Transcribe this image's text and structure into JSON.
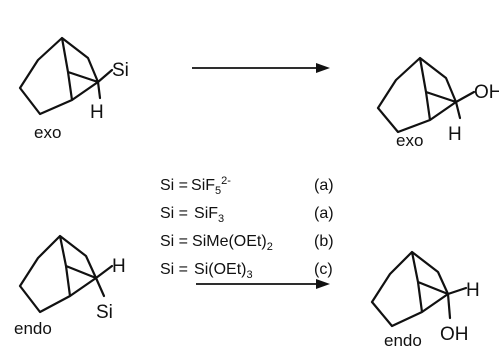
{
  "molecules": {
    "exo_reactant": {
      "stereo_label": "exo",
      "substituent": "Si",
      "hydrogen": "H"
    },
    "exo_product": {
      "stereo_label": "exo",
      "substituent": "OH",
      "hydrogen": "H"
    },
    "endo_reactant": {
      "stereo_label": "endo",
      "substituent": "Si",
      "hydrogen": "H"
    },
    "endo_product": {
      "stereo_label": "endo",
      "substituent": "OH",
      "hydrogen": "H"
    }
  },
  "conditions": [
    {
      "lhs": "Si =",
      "group": "SiF",
      "sub": "5",
      "sup": "2-",
      "tail": "",
      "tag": "(a)"
    },
    {
      "lhs": "Si =",
      "group": "SiF",
      "sub": "3",
      "sup": "",
      "tail": "",
      "tag": "(a)"
    },
    {
      "lhs": "Si =",
      "group": "SiMe(OEt)",
      "sub": "2",
      "sup": "",
      "tail": "",
      "tag": "(b)"
    },
    {
      "lhs": "Si =",
      "group": "Si(OEt)",
      "sub": "3",
      "sup": "",
      "tail": "",
      "tag": "(c)"
    }
  ]
}
